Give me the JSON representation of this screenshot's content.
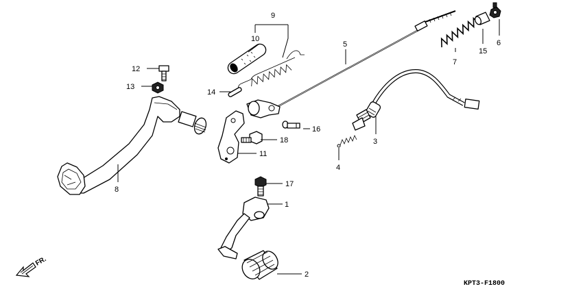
{
  "labels": {
    "n1": "1",
    "n2": "2",
    "n3": "3",
    "n4": "4",
    "n5": "5",
    "n6": "6",
    "n7": "7",
    "n8": "8",
    "n9": "9",
    "n10": "10",
    "n11": "11",
    "n12": "12",
    "n13": "13",
    "n14": "14",
    "n15": "15",
    "n16": "16",
    "n17": "17",
    "n18": "18"
  },
  "direction_marker": "FR.",
  "diagram_code": "KPT3-F1800"
}
